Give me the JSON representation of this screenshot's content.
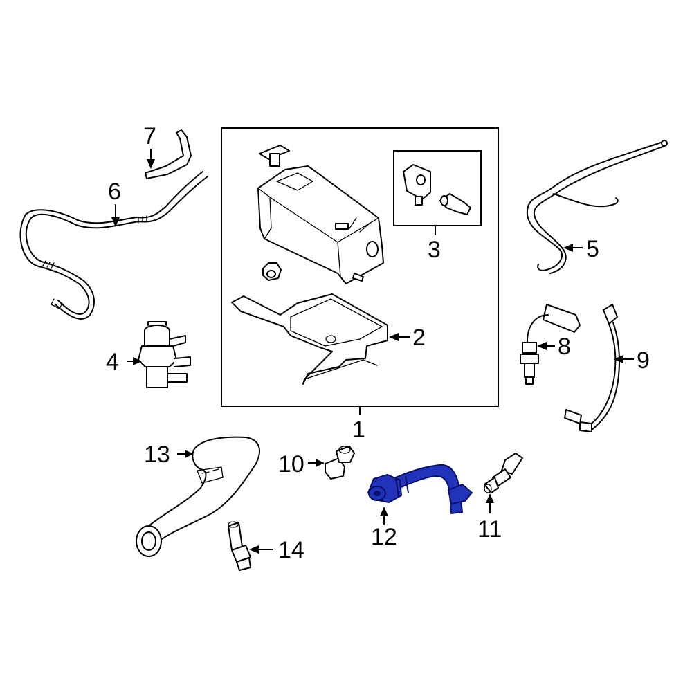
{
  "callouts": {
    "c1": "1",
    "c2": "2",
    "c3": "3",
    "c4": "4",
    "c5": "5",
    "c6": "6",
    "c7": "7",
    "c8": "8",
    "c9": "9",
    "c10": "10",
    "c11": "11",
    "c12": "12",
    "c13": "13",
    "c14": "14"
  },
  "highlight_color": "#2233bb",
  "highlighted_part": "12"
}
